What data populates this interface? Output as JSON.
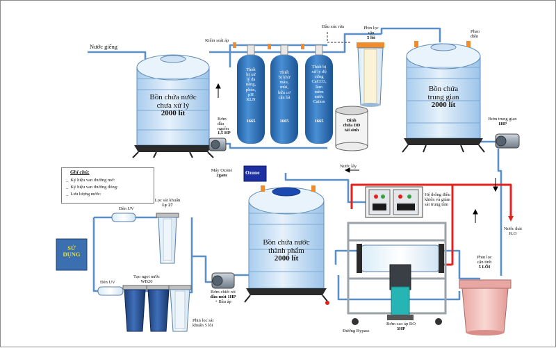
{
  "labels": {
    "nuoc_gieng": "Nước giếng",
    "kiem_soat_ap": "Kiểm soát áp",
    "dau_xuc_rua": "Đầu xúc rửa",
    "phin_loc_can_top": [
      "Phin lọc",
      "cặn",
      "5 lõi"
    ],
    "phao_dien": [
      "Phao",
      "điện"
    ],
    "bom_dau_nguon": [
      "Bơm",
      "đầu",
      "nguồn",
      "1,5 HP"
    ],
    "binh_chua_dd": [
      "Bình",
      "chứa DD",
      "tái sinh"
    ],
    "bom_trung_gian": [
      "Bơm trung gian",
      "1HP"
    ],
    "may_ozone": [
      "Máy Ozone",
      "2gam"
    ],
    "ozone_box": "Ozone",
    "nuoc_lay": "Nước lấy",
    "he_thong_dieu_khien": [
      "Hệ thống điều",
      "khiển và giám",
      "sát trung tâm"
    ],
    "nuoc_thai": [
      "Nước thải",
      "R.O"
    ],
    "phin_loc_can_tinh": [
      "Phin lọc",
      "cặn tinh",
      "5 LÕI"
    ],
    "bom_cao_ap": [
      "Bơm cao áp RO",
      "3HP"
    ],
    "duong_bypass": "Đường Bypass",
    "bom_chiet_rot": [
      "Bơm chiết rót",
      "đầu mút 1HP",
      "+ Bầu áp"
    ],
    "loc_sat_khuan": [
      "Lọc sát khuẩn",
      "Ly 27"
    ],
    "den_uv_top": "Đèn UV",
    "den_uv_bottom": "Đèn UV",
    "tan_ngot_nuoc": [
      "Tạo ngọt nước",
      "WB20"
    ],
    "phin_loc_sat_khuan": [
      "Phin lọc sát",
      "khuẩn 5 lõi"
    ],
    "su_dung": [
      "SỬ",
      "DỤNG"
    ]
  },
  "tanks": {
    "raw": [
      "Bồn chứa nước",
      "chưa xử lý",
      "2000 lít"
    ],
    "intermediate": [
      "Bồn chứa",
      "trung gian",
      "2000 lít"
    ],
    "product": [
      "Bồn chứa nước",
      "thành phẩm",
      "2000 lít"
    ]
  },
  "columns": [
    {
      "text": [
        "Thiết",
        "bị xử",
        "lý đa",
        "năng,",
        "phèn,",
        "pH",
        "KLN"
      ],
      "code": "1665"
    },
    {
      "text": [
        "Thiết",
        "bị khử",
        "màu,",
        "mùi,",
        "hữu cơ",
        "cặn bã"
      ],
      "code": "1665"
    },
    {
      "text": [
        "Thiết bị",
        "xử lý độ",
        "cứng",
        "CaCO3,",
        "làm",
        "mềm",
        "nước",
        "Cation"
      ],
      "code": "1665"
    }
  ],
  "legend": {
    "title": "Ghi chú:",
    "items": [
      "Ký hiệu van thường mở:",
      "Ký hiệu van thường đóng:",
      "Lưu lượng nước:"
    ]
  },
  "colors": {
    "pipe_blue": "#5b8fc7",
    "pipe_red": "#e3221e",
    "tank_top": "#e8f2fb",
    "tank_body": "#bcd8f0",
    "column_blue": "#2c6fb6",
    "cap_orange": "#f08c2e",
    "su_dung_bg": "#3b6fb0"
  }
}
